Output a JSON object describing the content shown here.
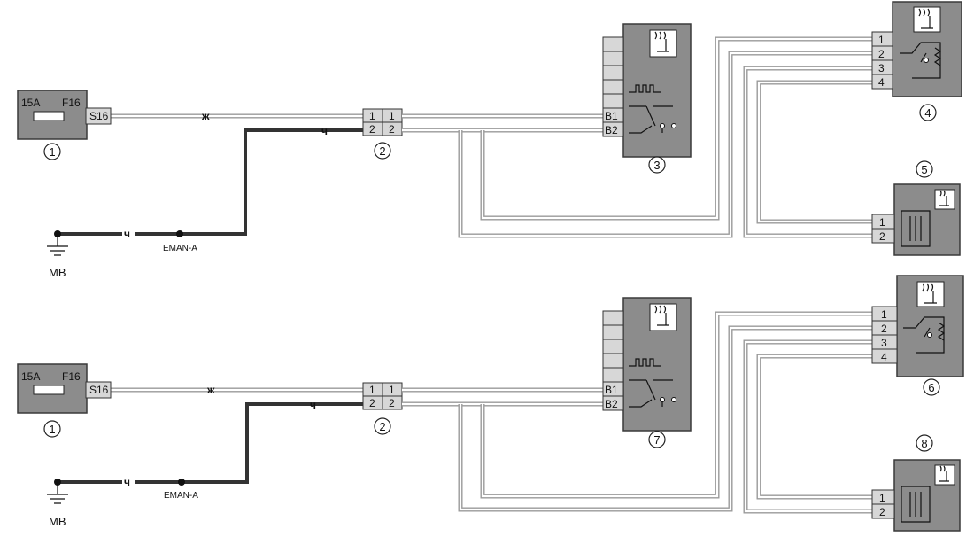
{
  "fuse": {
    "rating": "15A",
    "id": "F16",
    "pin": "S16"
  },
  "wire_codes": {
    "white": "ж",
    "black": "ч"
  },
  "ground": {
    "label": "MB",
    "splice": "EMAN-A"
  },
  "connector_pins": [
    "1",
    "2"
  ],
  "switch_pins": [
    "B1",
    "B2"
  ],
  "heater_pins_4": [
    "1",
    "2",
    "3",
    "4"
  ],
  "heater_pins_2": [
    "1",
    "2"
  ],
  "callouts": {
    "c1": "1",
    "c2": "2",
    "c3": "3",
    "c4": "4",
    "c5": "5",
    "c6": "6",
    "c7": "7",
    "c8": "8"
  },
  "icons": {
    "seat_heat": "seat-heater-icon"
  }
}
